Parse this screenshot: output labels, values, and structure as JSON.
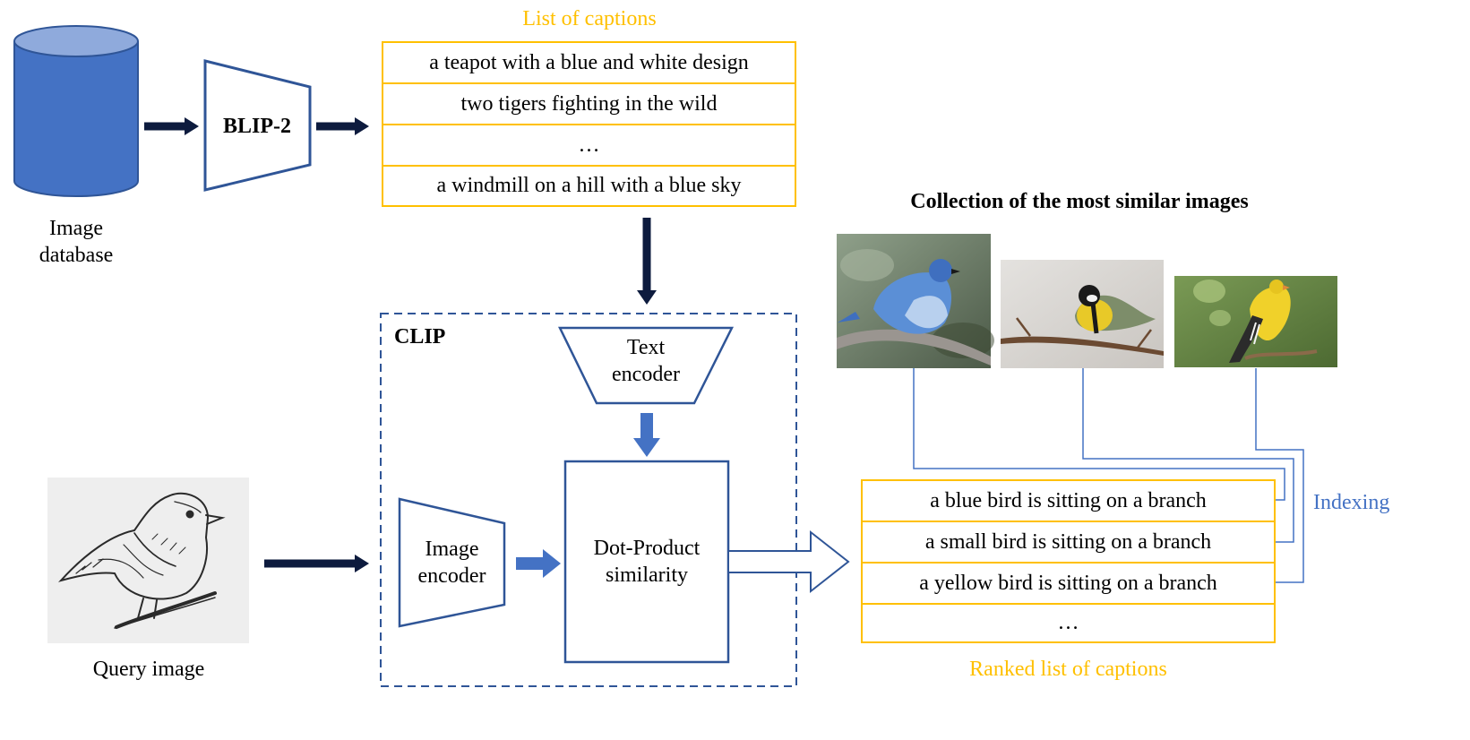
{
  "image_database": {
    "label_line1": "Image",
    "label_line2": "database"
  },
  "blip2": {
    "label": "BLIP-2"
  },
  "caption_list": {
    "title": "List of captions",
    "items": [
      "a teapot with a blue and white design",
      "two tigers fighting in the wild",
      "…",
      "a windmill on a hill with a blue sky"
    ]
  },
  "clip": {
    "label": "CLIP",
    "text_encoder": {
      "line1": "Text",
      "line2": "encoder"
    },
    "image_encoder": {
      "line1": "Image",
      "line2": "encoder"
    },
    "similarity": {
      "line1": "Dot-Product",
      "line2": "similarity"
    }
  },
  "query": {
    "label": "Query image"
  },
  "similar_images": {
    "title": "Collection of the most similar images"
  },
  "ranked_list": {
    "title": "Ranked list of captions",
    "items": [
      "a blue bird is sitting on a branch",
      "a small bird is sitting on a branch",
      "a yellow bird is sitting on a branch",
      "…"
    ]
  },
  "indexing": {
    "label": "Indexing"
  },
  "colors": {
    "blue": "#4472C4",
    "dark_navy": "#0D1B3E",
    "yellow": "#FFC000",
    "frame_blue": "#2F5597"
  }
}
